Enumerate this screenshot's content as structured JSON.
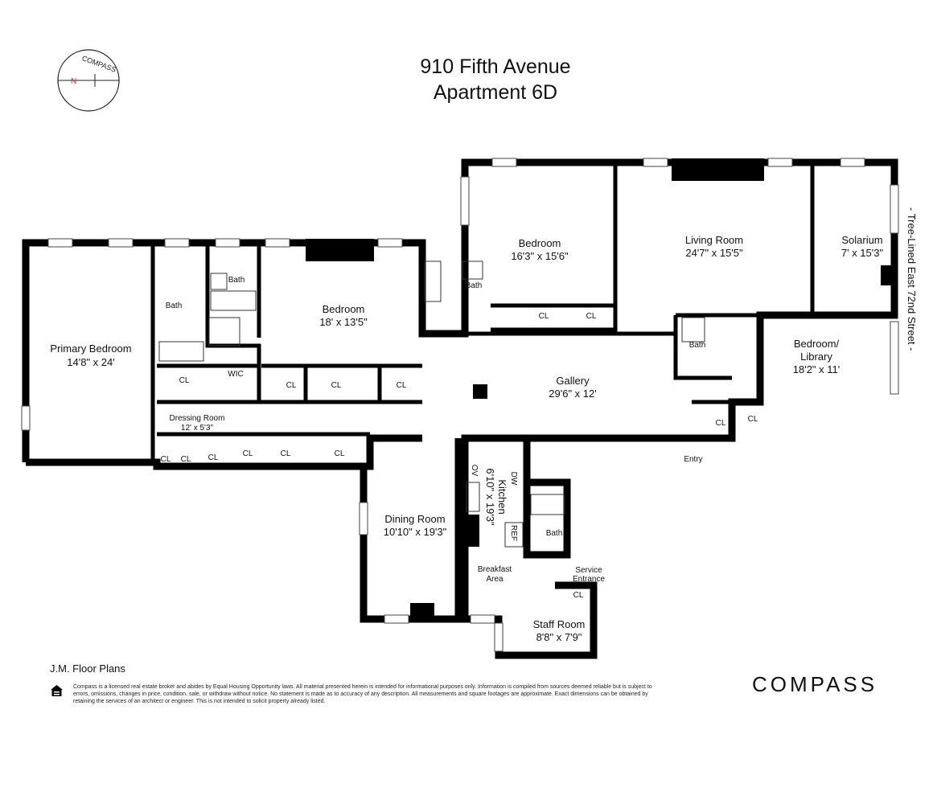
{
  "header": {
    "line1": "910 Fifth Avenue",
    "line2": "Apartment 6D"
  },
  "compass": {
    "text": "COMPASS",
    "north": "N"
  },
  "street": "- Tree-Lined East 72nd Street -",
  "rooms": {
    "primary_bedroom": {
      "name": "Primary Bedroom",
      "dims": "14'8\" x 24'"
    },
    "bedroom1": {
      "name": "Bedroom",
      "dims": "18' x 13'5\""
    },
    "bedroom2": {
      "name": "Bedroom",
      "dims": "16'3\" x 15'6\""
    },
    "living": {
      "name": "Living Room",
      "dims": "24'7\" x 15'5\""
    },
    "solarium": {
      "name": "Solarium",
      "dims": "7' x 15'3\""
    },
    "library": {
      "name": "Bedroom/",
      "name2": "Library",
      "dims": "18'2\" x 11'"
    },
    "gallery": {
      "name": "Gallery",
      "dims": "29'6\" x 12'"
    },
    "dining": {
      "name": "Dining Room",
      "dims": "10'10\" x 19'3\""
    },
    "kitchen": {
      "name": "Kitchen",
      "dims": "6'10\" x 19'3\""
    },
    "dressing": {
      "name": "Dressing Room",
      "dims": "12' x 5'3\""
    },
    "staff": {
      "name": "Staff Room",
      "dims": "8'8\" x 7'9\""
    },
    "breakfast": {
      "name": "Breakfast",
      "name2": "Area"
    },
    "service": {
      "name": "Service",
      "name2": "Entrance"
    }
  },
  "small": {
    "bath": "Bath",
    "cl": "CL",
    "wic": "WIC",
    "entry": "Entry",
    "dw": "DW",
    "ref": "REF",
    "ov": "OV"
  },
  "footer": {
    "credit": "J.M. Floor Plans",
    "disclaimer": "Compass is a licensed real estate broker and abides by Equal Housing Opportunity laws. All material presented herein is intended for informational purposes only. Information is compiled from sources deemed reliable but is subject to errors, omissions, changes in price, condition, sale, or withdraw without notice. No statement is made as to accuracy of any description. All measurements and square footages are approximate. Exact dimensions can be obtained by retaining the services of an architect or engineer. This is not intended to solicit property already listed.",
    "logo": "COMPASS"
  },
  "colors": {
    "north": "#e02020",
    "wall": "#000000"
  }
}
